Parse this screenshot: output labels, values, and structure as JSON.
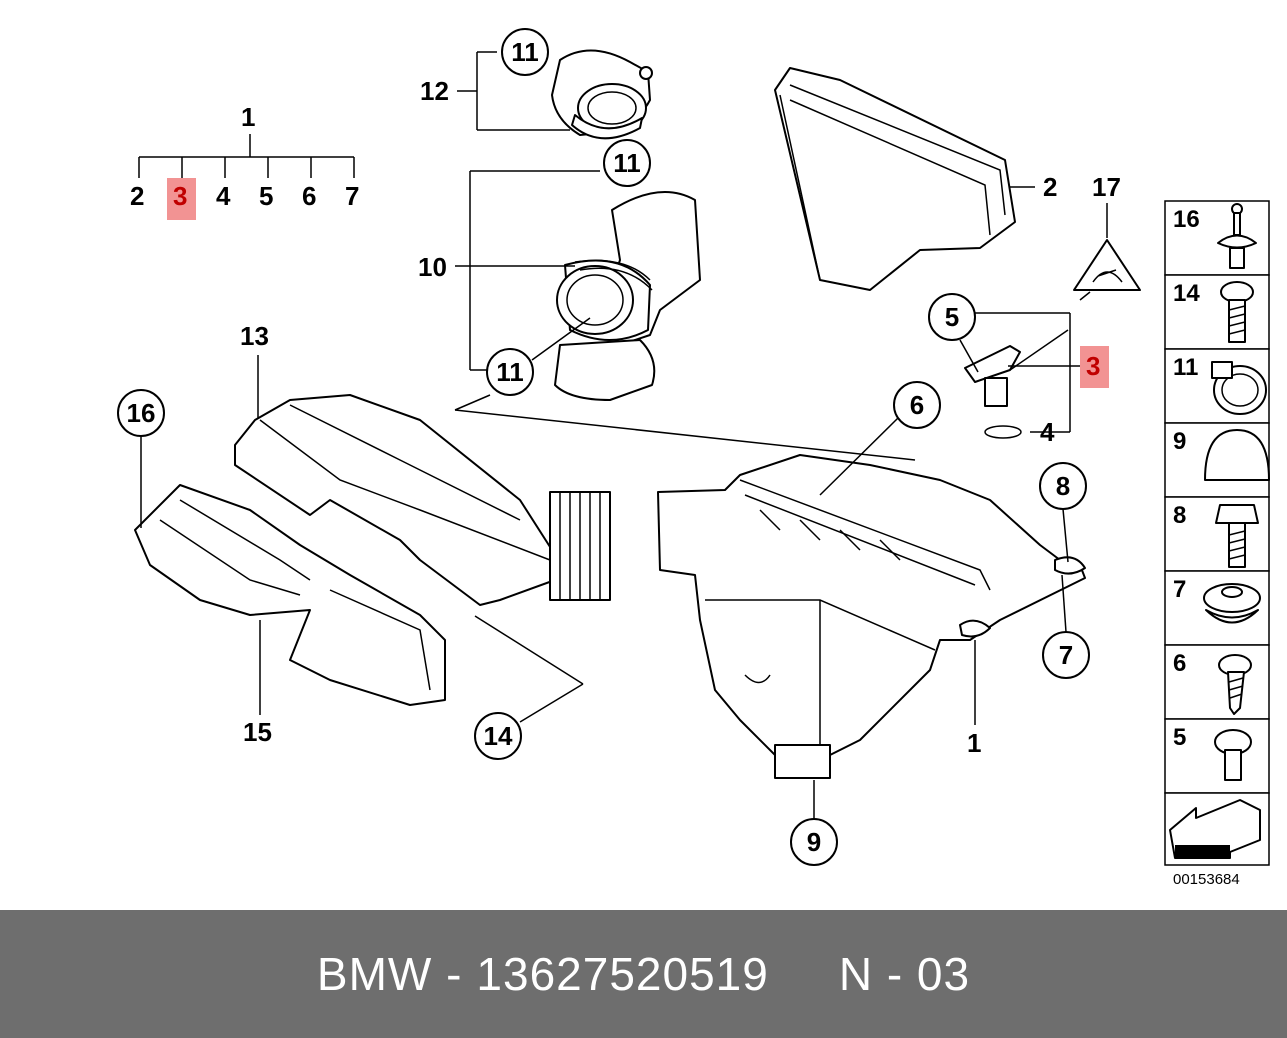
{
  "diagram": {
    "doc_number": "00153684",
    "group_title": "1",
    "group_items": [
      "2",
      "3",
      "4",
      "5",
      "6",
      "7"
    ],
    "callouts": {
      "c11a": "11",
      "c11b": "11",
      "c11c": "11",
      "c16": "16",
      "c14": "14",
      "c6": "6",
      "c5": "5",
      "c8": "8",
      "c7": "7",
      "c9": "9"
    },
    "labels": {
      "l12": "12",
      "l10": "10",
      "l13": "13",
      "l15": "15",
      "l2": "2",
      "l17": "17",
      "l3": "3",
      "l4": "4",
      "l1": "1"
    },
    "highlighted": "3",
    "sidebar": [
      "16",
      "14",
      "11",
      "9",
      "8",
      "7",
      "6",
      "5"
    ]
  },
  "footer": {
    "brand": "BMW -",
    "part_number": "13627520519",
    "page_ref": "N - 03"
  }
}
